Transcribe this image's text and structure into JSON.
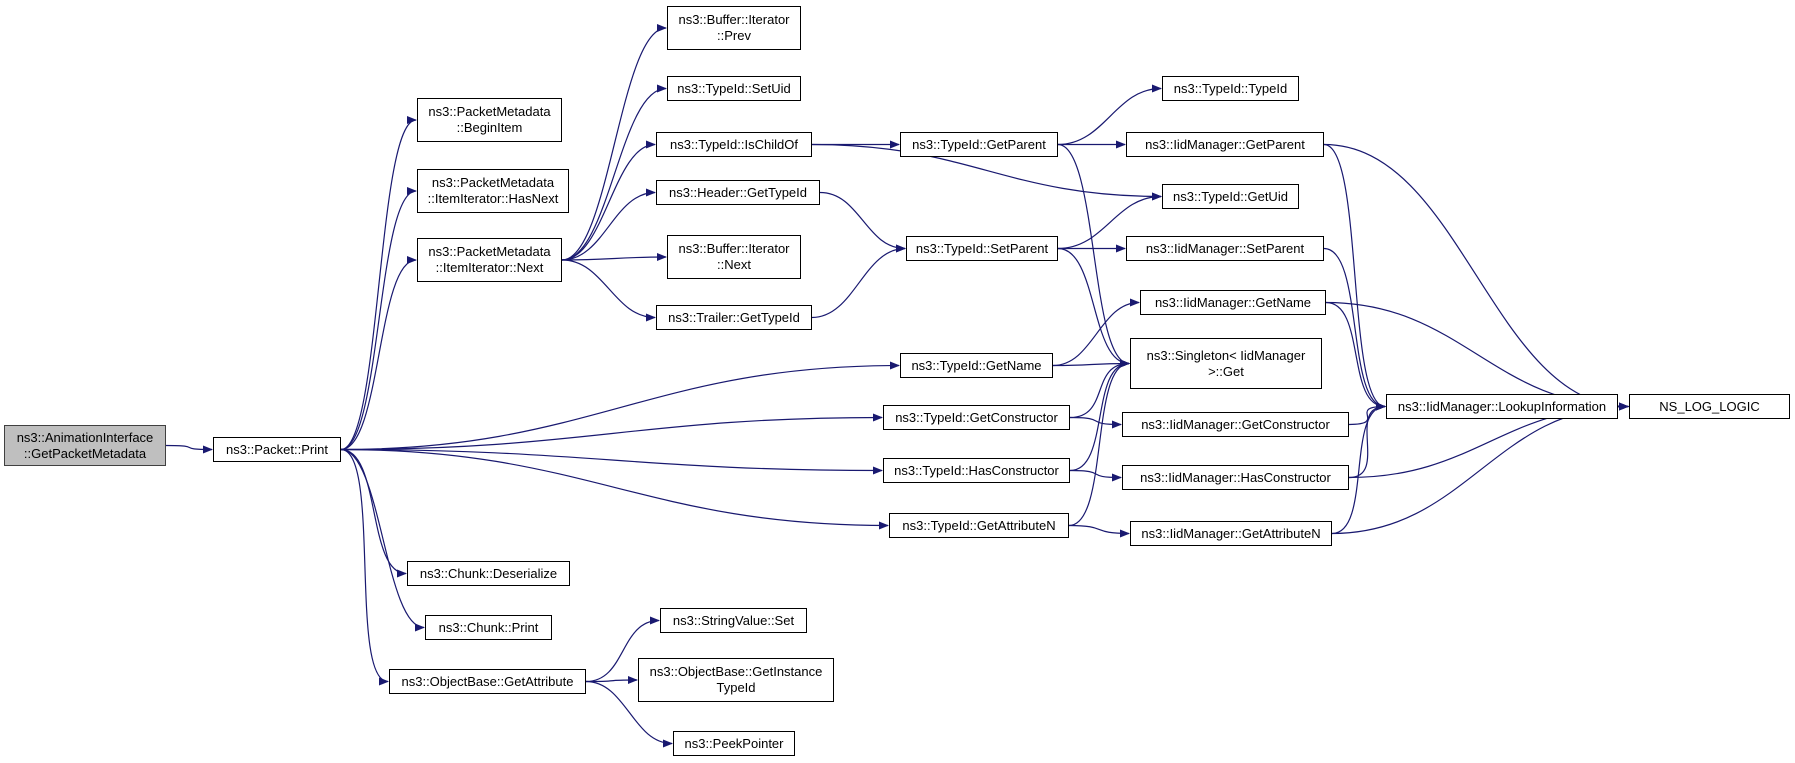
{
  "nodes": [
    {
      "id": "root",
      "label": "ns3::AnimationInterface\n::GetPacketMetadata"
    },
    {
      "id": "print",
      "label": "ns3::Packet::Print"
    },
    {
      "id": "beginitem",
      "label": "ns3::PacketMetadata\n::BeginItem"
    },
    {
      "id": "hasnext",
      "label": "ns3::PacketMetadata\n::ItemIterator::HasNext"
    },
    {
      "id": "itnext",
      "label": "ns3::PacketMetadata\n::ItemIterator::Next"
    },
    {
      "id": "deser",
      "label": "ns3::Chunk::Deserialize"
    },
    {
      "id": "chunkprint",
      "label": "ns3::Chunk::Print"
    },
    {
      "id": "getattr",
      "label": "ns3::ObjectBase::GetAttribute"
    },
    {
      "id": "bufprev",
      "label": "ns3::Buffer::Iterator\n::Prev"
    },
    {
      "id": "setuid",
      "label": "ns3::TypeId::SetUid"
    },
    {
      "id": "ischildof",
      "label": "ns3::TypeId::IsChildOf"
    },
    {
      "id": "hdrtypeid",
      "label": "ns3::Header::GetTypeId"
    },
    {
      "id": "bufnext",
      "label": "ns3::Buffer::Iterator\n::Next"
    },
    {
      "id": "trltypeid",
      "label": "ns3::Trailer::GetTypeId"
    },
    {
      "id": "strset",
      "label": "ns3::StringValue::Set"
    },
    {
      "id": "getinst",
      "label": "ns3::ObjectBase::GetInstance\nTypeId"
    },
    {
      "id": "peek",
      "label": "ns3::PeekPointer"
    },
    {
      "id": "getparent",
      "label": "ns3::TypeId::GetParent"
    },
    {
      "id": "setparent",
      "label": "ns3::TypeId::SetParent"
    },
    {
      "id": "getname",
      "label": "ns3::TypeId::GetName"
    },
    {
      "id": "getctor",
      "label": "ns3::TypeId::GetConstructor"
    },
    {
      "id": "hasctor",
      "label": "ns3::TypeId::HasConstructor"
    },
    {
      "id": "getattrn",
      "label": "ns3::TypeId::GetAttributeN"
    },
    {
      "id": "typeidctor",
      "label": "ns3::TypeId::TypeId"
    },
    {
      "id": "iidgetparent",
      "label": "ns3::IidManager::GetParent"
    },
    {
      "id": "getuid",
      "label": "ns3::TypeId::GetUid"
    },
    {
      "id": "iidsetparent",
      "label": "ns3::IidManager::SetParent"
    },
    {
      "id": "iidgetname",
      "label": "ns3::IidManager::GetName"
    },
    {
      "id": "singleton",
      "label": "ns3::Singleton< IidManager\n>::Get"
    },
    {
      "id": "iidgetctor",
      "label": "ns3::IidManager::GetConstructor"
    },
    {
      "id": "iidhasctor",
      "label": "ns3::IidManager::HasConstructor"
    },
    {
      "id": "iidgetattrn",
      "label": "ns3::IidManager::GetAttributeN"
    },
    {
      "id": "lookup",
      "label": "ns3::IidManager::LookupInformation"
    },
    {
      "id": "nslog",
      "label": "NS_LOG_LOGIC"
    }
  ],
  "edges": [
    [
      "root",
      "print"
    ],
    [
      "print",
      "beginitem"
    ],
    [
      "print",
      "hasnext"
    ],
    [
      "print",
      "itnext"
    ],
    [
      "print",
      "getname"
    ],
    [
      "print",
      "getctor"
    ],
    [
      "print",
      "hasctor"
    ],
    [
      "print",
      "getattrn"
    ],
    [
      "print",
      "deser"
    ],
    [
      "print",
      "chunkprint"
    ],
    [
      "print",
      "getattr"
    ],
    [
      "itnext",
      "bufprev"
    ],
    [
      "itnext",
      "setuid"
    ],
    [
      "itnext",
      "ischildof"
    ],
    [
      "itnext",
      "hdrtypeid"
    ],
    [
      "itnext",
      "bufnext"
    ],
    [
      "itnext",
      "trltypeid"
    ],
    [
      "getattr",
      "strset"
    ],
    [
      "getattr",
      "getinst"
    ],
    [
      "getattr",
      "peek"
    ],
    [
      "ischildof",
      "getparent"
    ],
    [
      "ischildof",
      "getuid"
    ],
    [
      "hdrtypeid",
      "setparent"
    ],
    [
      "trltypeid",
      "setparent"
    ],
    [
      "getparent",
      "typeidctor"
    ],
    [
      "getparent",
      "iidgetparent"
    ],
    [
      "getparent",
      "singleton"
    ],
    [
      "setparent",
      "getuid"
    ],
    [
      "setparent",
      "iidsetparent"
    ],
    [
      "setparent",
      "singleton"
    ],
    [
      "getname",
      "iidgetname"
    ],
    [
      "getname",
      "singleton"
    ],
    [
      "getctor",
      "singleton"
    ],
    [
      "getctor",
      "iidgetctor"
    ],
    [
      "hasctor",
      "singleton"
    ],
    [
      "hasctor",
      "iidhasctor"
    ],
    [
      "getattrn",
      "singleton"
    ],
    [
      "getattrn",
      "iidgetattrn"
    ],
    [
      "iidgetparent",
      "lookup"
    ],
    [
      "iidgetparent",
      "nslog"
    ],
    [
      "iidsetparent",
      "lookup"
    ],
    [
      "iidgetname",
      "lookup"
    ],
    [
      "iidgetname",
      "nslog"
    ],
    [
      "iidgetctor",
      "lookup"
    ],
    [
      "iidhasctor",
      "lookup"
    ],
    [
      "iidhasctor",
      "nslog"
    ],
    [
      "iidgetattrn",
      "lookup"
    ],
    [
      "iidgetattrn",
      "nslog"
    ],
    [
      "lookup",
      "nslog"
    ]
  ]
}
